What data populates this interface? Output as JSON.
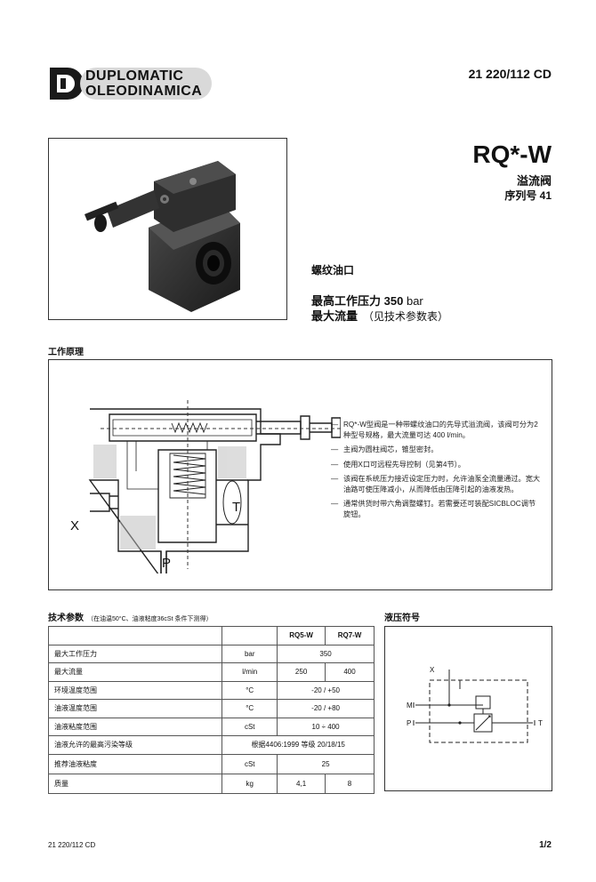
{
  "header": {
    "logo_line1": "DUPLOMATIC",
    "logo_line2": "OLEODINAMICA",
    "doc_code": "21 220/112 CD"
  },
  "product": {
    "model": "RQ*-W",
    "subtitle": "溢流阀",
    "series": "序列号 41"
  },
  "features": {
    "port": "螺纹油口",
    "pressure_label": "最高工作压力",
    "pressure_value": "350",
    "pressure_unit": "bar",
    "flow_label": "最大流量",
    "flow_note": "（见技术参数表）"
  },
  "operating": {
    "title": "工作原理",
    "diagram_labels": {
      "x": "X",
      "t": "T",
      "p": "P"
    },
    "bullets": [
      "RQ*-W型阀是一种带螺纹油口的先导式溢流阀，该阀可分为2种型号规格，最大流量可达 400 l/min。",
      "主阀为圆柱阀芯，锥型密封。",
      "使用X口可远程先导控制（见第4节）。",
      "该阀在系统压力接近设定压力时，允许油泵全流量通过。宽大油路可使压降减小，从而降低由压降引起的油液发热。",
      "通常供货时带六角调整螺钉。若需要还可装配SICBLOC调节旋钮。"
    ]
  },
  "tech": {
    "title": "技术参数",
    "conditions": "（在油温50°C、油液粘度36cSt 条件下测得）",
    "headers": [
      "",
      "",
      "RQ5-W",
      "RQ7-W"
    ],
    "rows": [
      {
        "label": "最大工作压力",
        "unit": "bar",
        "merged": "350"
      },
      {
        "label": "最大流量",
        "unit": "l/min",
        "v1": "250",
        "v2": "400"
      },
      {
        "label": "环境温度范围",
        "unit": "°C",
        "merged": "-20 / +50"
      },
      {
        "label": "油液温度范围",
        "unit": "°C",
        "merged": "-20 / +80"
      },
      {
        "label": "油液粘度范围",
        "unit": "cSt",
        "merged": "10 ÷ 400"
      },
      {
        "label": "油液允许的最高污染等级",
        "full": "根据4406:1999 等级 20/18/15"
      },
      {
        "label": "推荐油液粘度",
        "unit": "cSt",
        "merged": "25"
      },
      {
        "label": "质量",
        "unit": "kg",
        "v1": "4,1",
        "v2": "8"
      }
    ]
  },
  "hydraulic": {
    "title": "液压符号",
    "labels": {
      "x": "X",
      "m": "M",
      "p": "P",
      "t": "T"
    }
  },
  "footer": {
    "code": "21 220/112 CD",
    "page": "1/2"
  }
}
